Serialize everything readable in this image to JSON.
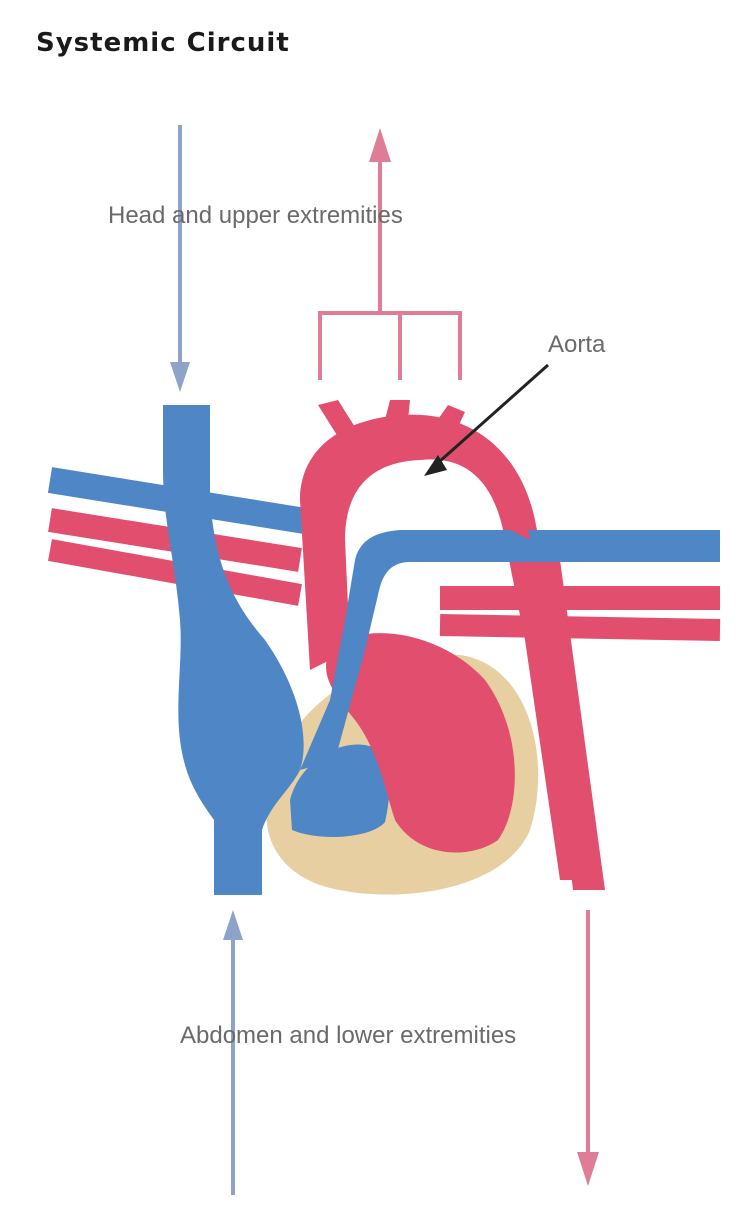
{
  "title": "Systemic Circuit",
  "labels": {
    "head": "Head and upper extremities",
    "aorta": "Aorta",
    "abdomen": "Abdomen and lower extremities"
  },
  "colors": {
    "vein": "#4f86c6",
    "artery": "#e24f6e",
    "pericardium": "#e7cfa1",
    "arrow_vein": "#8ea3c8",
    "arrow_artery": "#de7d95",
    "pointer": "#222222"
  }
}
